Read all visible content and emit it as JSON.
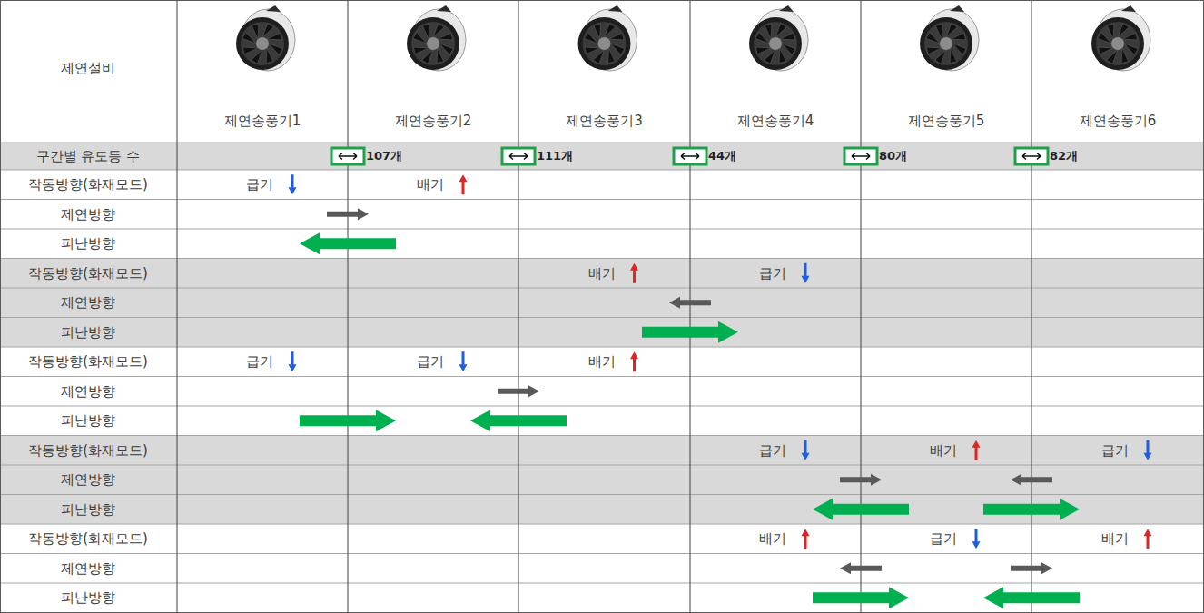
{
  "diagram": {
    "labels": [
      "제연설비",
      "제연송풍기1",
      "제연송풍기2",
      "제연송풍기3",
      "제연송풍기4",
      "제연송풍기5",
      "제연송풍기6",
      "구간별 유도등 수",
      "107개",
      "111개",
      "44개",
      "80개",
      "82개",
      "작동방향(화재모드)",
      "급기",
      "배기",
      "제연방향",
      "피난방향",
      "작동방향(화재모드)",
      "배기",
      "급기",
      "제연방향",
      "피난방향",
      "작동방향(화재모드)",
      "급기",
      "급기",
      "배기",
      "제연방향",
      "피난방향",
      "작동방향(화재모드)",
      "급기",
      "배기",
      "급기",
      "제연방향",
      "피난방향",
      "작동방향(화재모드)",
      "배기",
      "급기",
      "배기",
      "제연방향",
      "피난방향"
    ]
  }
}
